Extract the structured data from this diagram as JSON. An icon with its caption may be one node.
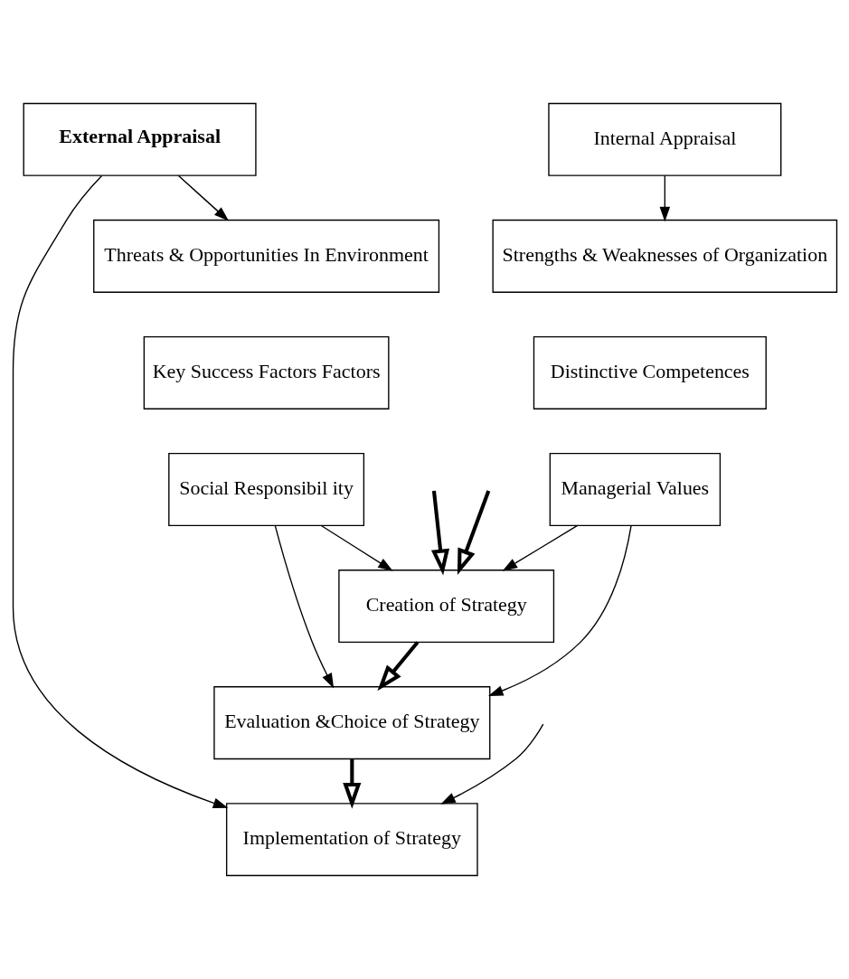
{
  "diagram": {
    "nodes": [
      {
        "text": [
          "External Appraisal"
        ]
      },
      {
        "text": [
          "Internal Appraisal"
        ]
      },
      {
        "text": [
          "Threats & Opportunities In Environment"
        ]
      },
      {
        "text": [
          "Strengths & Weaknesses of Organization"
        ]
      },
      {
        "text": [
          "Key Success Factors Factors"
        ]
      },
      {
        "text": [
          "Distinctive Competences"
        ]
      },
      {
        "text": [
          "Creation of Strategy"
        ]
      },
      {
        "text": [
          "Social Responsibil ity"
        ]
      },
      {
        "text": [
          "Managerial Values"
        ]
      },
      {
        "text": [
          "Evaluation &Choice of Strategy"
        ]
      },
      {
        "text": [
          "Implementation of Strategy"
        ]
      }
    ],
    "edges": [
      {
        "from": 0,
        "to": 2,
        "arrow": "to"
      },
      {
        "from": 1,
        "to": 3,
        "arrow": "to"
      },
      {
        "from": null,
        "to": 6,
        "arrow": "to",
        "style": "thick"
      },
      {
        "from": null,
        "to": 6,
        "arrow": "to",
        "style": "thick"
      },
      {
        "from": 7,
        "to": 6,
        "arrow": "to"
      },
      {
        "from": 8,
        "to": 6,
        "arrow": "to"
      },
      {
        "from": 6,
        "to": 9,
        "arrow": "to",
        "style": "thick"
      },
      {
        "from": 7,
        "to": 9,
        "arrow": "to"
      },
      {
        "from": 8,
        "to": 9,
        "arrow": "to"
      },
      {
        "from": 9,
        "to": 10,
        "arrow": "to",
        "style": "thick"
      },
      {
        "from": 0,
        "to": 10,
        "arrow": "to"
      },
      {
        "from": null,
        "to": 10,
        "arrow": "to"
      }
    ]
  }
}
